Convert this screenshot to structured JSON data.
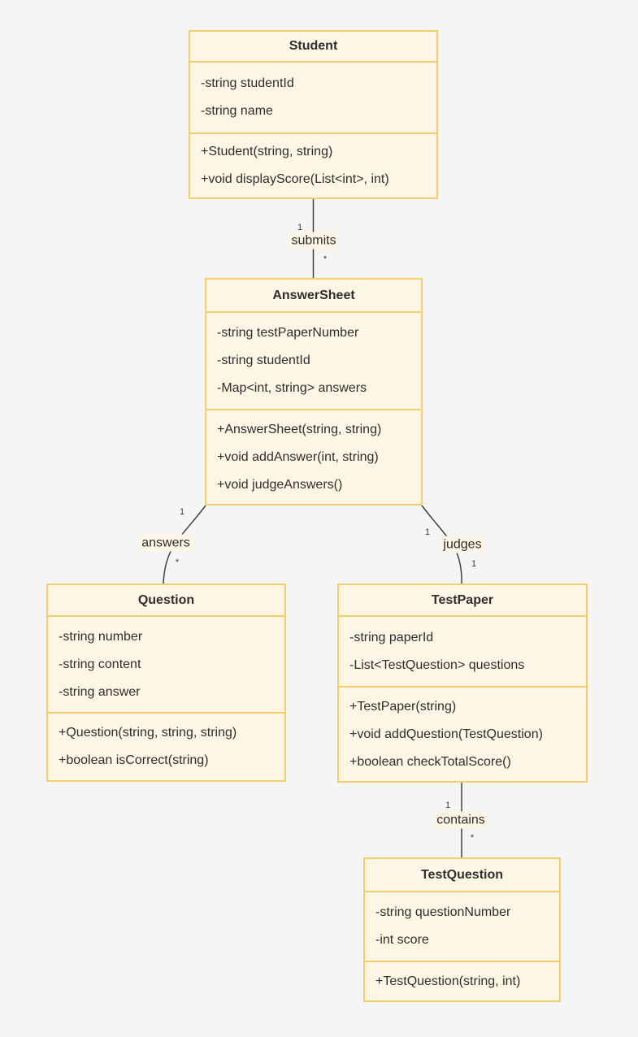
{
  "diagram": {
    "type": "uml-class-diagram",
    "colors": {
      "page_background": "#f5f5f6",
      "box_fill": "#fdf6e4",
      "box_border": "#f2ce6d",
      "edge_line": "#404040",
      "text": "#2e2e2e"
    },
    "classes": [
      {
        "name": "Student",
        "attributes": [
          "-string studentId",
          "-string name"
        ],
        "methods": [
          "+Student(string, string)",
          "+void displayScore(List<int>, int)"
        ]
      },
      {
        "name": "AnswerSheet",
        "attributes": [
          "-string testPaperNumber",
          "-string studentId",
          "-Map<int, string> answers"
        ],
        "methods": [
          "+AnswerSheet(string, string)",
          "+void addAnswer(int, string)",
          "+void judgeAnswers()"
        ]
      },
      {
        "name": "Question",
        "attributes": [
          "-string number",
          "-string content",
          "-string answer"
        ],
        "methods": [
          "+Question(string, string, string)",
          "+boolean isCorrect(string)"
        ]
      },
      {
        "name": "TestPaper",
        "attributes": [
          "-string paperId",
          "-List<TestQuestion> questions"
        ],
        "methods": [
          "+TestPaper(string)",
          "+void addQuestion(TestQuestion)",
          "+boolean checkTotalScore()"
        ]
      },
      {
        "name": "TestQuestion",
        "attributes": [
          "-string questionNumber",
          "-int score"
        ],
        "methods": [
          "+TestQuestion(string, int)"
        ]
      }
    ],
    "relationships": [
      {
        "from": "Student",
        "to": "AnswerSheet",
        "label": "submits",
        "from_multiplicity": "1",
        "to_multiplicity": "*"
      },
      {
        "from": "AnswerSheet",
        "to": "Question",
        "label": "answers",
        "from_multiplicity": "1",
        "to_multiplicity": "*"
      },
      {
        "from": "AnswerSheet",
        "to": "TestPaper",
        "label": "judges",
        "from_multiplicity": "1",
        "to_multiplicity": "1"
      },
      {
        "from": "TestPaper",
        "to": "TestQuestion",
        "label": "contains",
        "from_multiplicity": "1",
        "to_multiplicity": "*"
      }
    ]
  }
}
